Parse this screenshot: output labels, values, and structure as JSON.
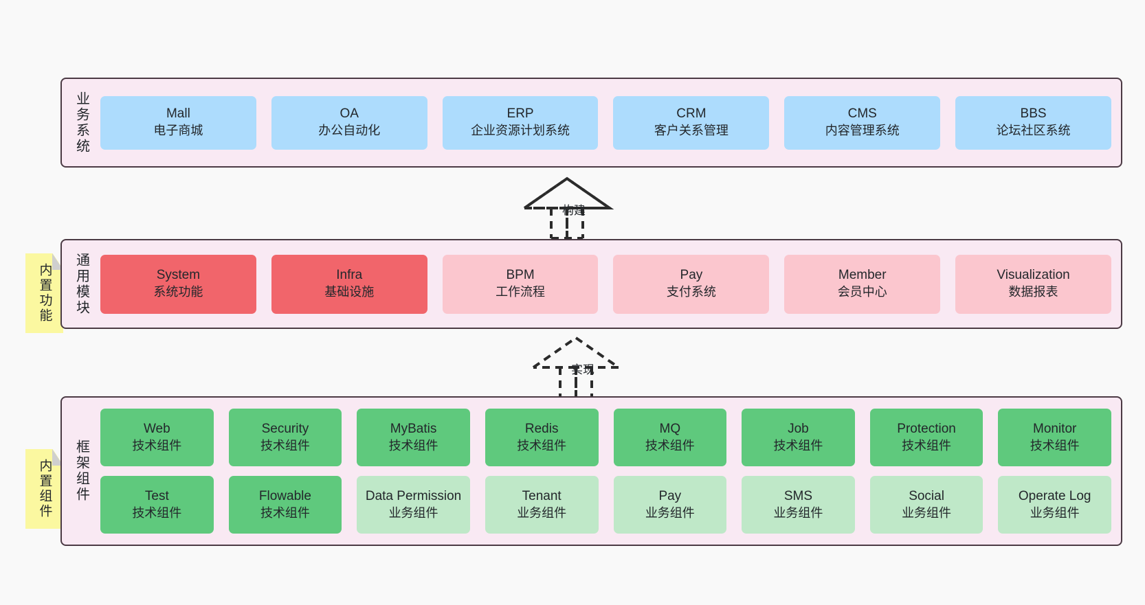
{
  "diagram": {
    "title_hidden": "",
    "colors": {
      "layer_bg": "#f9e9f3",
      "layer_border": "#4b3a44",
      "business_card": "#addcfd",
      "core_module": "#f1656b",
      "module_card": "#fbc6ce",
      "tech_component": "#5fc97d",
      "biz_component": "#bfe8c8",
      "note_bg": "#fbf8a0",
      "canvas_bg": "#f9f9f9"
    }
  },
  "notes": [
    {
      "name": "builtin-function",
      "label": "内置功能"
    },
    {
      "name": "builtin-component",
      "label": "内置组件"
    }
  ],
  "connectors": [
    {
      "name": "build",
      "label": "构建"
    },
    {
      "name": "implement",
      "label": "实现"
    }
  ],
  "layers": [
    {
      "id": "business",
      "title": "业务系统",
      "rows": [
        {
          "cards": [
            {
              "title": "Mall",
              "sub": "电子商城",
              "style": "c-blue"
            },
            {
              "title": "OA",
              "sub": "办公自动化",
              "style": "c-blue"
            },
            {
              "title": "ERP",
              "sub": "企业资源计划系统",
              "style": "c-blue"
            },
            {
              "title": "CRM",
              "sub": "客户关系管理",
              "style": "c-blue"
            },
            {
              "title": "CMS",
              "sub": "内容管理系统",
              "style": "c-blue"
            },
            {
              "title": "BBS",
              "sub": "论坛社区系统",
              "style": "c-blue"
            }
          ]
        }
      ]
    },
    {
      "id": "common",
      "title": "通用模块",
      "rows": [
        {
          "cards": [
            {
              "title": "System",
              "sub": "系统功能",
              "style": "c-red"
            },
            {
              "title": "Infra",
              "sub": "基础设施",
              "style": "c-red"
            },
            {
              "title": "BPM",
              "sub": "工作流程",
              "style": "c-pink"
            },
            {
              "title": "Pay",
              "sub": "支付系统",
              "style": "c-pink"
            },
            {
              "title": "Member",
              "sub": "会员中心",
              "style": "c-pink"
            },
            {
              "title": "Visualization",
              "sub": "数据报表",
              "style": "c-pink"
            }
          ]
        }
      ]
    },
    {
      "id": "framework",
      "title": "框架组件",
      "rows": [
        {
          "cards": [
            {
              "title": "Web",
              "sub": "技术组件",
              "style": "c-green"
            },
            {
              "title": "Security",
              "sub": "技术组件",
              "style": "c-green"
            },
            {
              "title": "MyBatis",
              "sub": "技术组件",
              "style": "c-green"
            },
            {
              "title": "Redis",
              "sub": "技术组件",
              "style": "c-green"
            },
            {
              "title": "MQ",
              "sub": "技术组件",
              "style": "c-green"
            },
            {
              "title": "Job",
              "sub": "技术组件",
              "style": "c-green"
            },
            {
              "title": "Protection",
              "sub": "技术组件",
              "style": "c-green"
            },
            {
              "title": "Monitor",
              "sub": "技术组件",
              "style": "c-green"
            }
          ]
        },
        {
          "cards": [
            {
              "title": "Test",
              "sub": "技术组件",
              "style": "c-green"
            },
            {
              "title": "Flowable",
              "sub": "技术组件",
              "style": "c-green"
            },
            {
              "title": "Data Permission",
              "sub": "业务组件",
              "style": "c-lightgreen"
            },
            {
              "title": "Tenant",
              "sub": "业务组件",
              "style": "c-lightgreen"
            },
            {
              "title": "Pay",
              "sub": "业务组件",
              "style": "c-lightgreen"
            },
            {
              "title": "SMS",
              "sub": "业务组件",
              "style": "c-lightgreen"
            },
            {
              "title": "Social",
              "sub": "业务组件",
              "style": "c-lightgreen"
            },
            {
              "title": "Operate Log",
              "sub": "业务组件",
              "style": "c-lightgreen"
            }
          ]
        }
      ]
    }
  ]
}
